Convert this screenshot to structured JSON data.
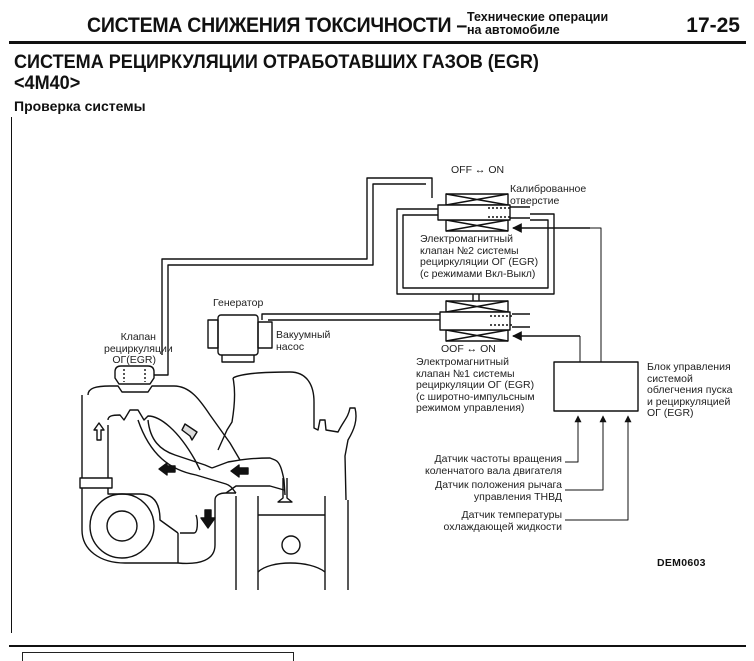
{
  "header": {
    "title": "СИСТЕМА СНИЖЕНИЯ ТОКСИЧНОСТИ –",
    "subtitle_line1": "Технические операции",
    "subtitle_line2": "на автомобиле",
    "page_number": "17-25"
  },
  "section": {
    "title_line1": "СИСТЕМА РЕЦИРКУЛЯЦИИ ОТРАБОТАВШИХ ГАЗОВ (EGR)",
    "title_line2": "<4M40>",
    "subtitle": "Проверка системы"
  },
  "diagram": {
    "figure_code": "DEM0603",
    "labels": {
      "valve2_state": "OFF  ↔  ON",
      "calibrated_orifice_1": "Калиброванное",
      "calibrated_orifice_2": "отверстие",
      "valve2_1": "Электромагнитный",
      "valve2_2": "клапан №2 системы",
      "valve2_3": "рециркуляции ОГ (EGR)",
      "valve2_4": "(с режимами Вкл-Выкл)",
      "generator": "Генератор",
      "vacuum_pump_1": "Вакуумный",
      "vacuum_pump_2": "насос",
      "egr_valve_1": "Клапан",
      "egr_valve_2": "рециркуляции",
      "egr_valve_3": "ОГ(EGR)",
      "valve1_state": "OOF  ↔  ON",
      "valve1_1": "Электромагнитный",
      "valve1_2": "клапан №1 системы",
      "valve1_3": "рециркуляции ОГ (EGR)",
      "valve1_4": "(с широтно-импульсным",
      "valve1_5": "режимом управления)",
      "ecu_1": "Блок управления",
      "ecu_2": "системой",
      "ecu_3": "облегчения пуска",
      "ecu_4": "и рециркуляцией",
      "ecu_5": "ОГ (EGR)",
      "sensor_crank_1": "Датчик частоты вращения",
      "sensor_crank_2": "коленчатого вала двигателя",
      "sensor_lever_1": "Датчик положения рычага",
      "sensor_lever_2": "управления ТНВД",
      "sensor_temp_1": "Датчик температуры",
      "sensor_temp_2": "охлаждающей жидкости"
    }
  }
}
